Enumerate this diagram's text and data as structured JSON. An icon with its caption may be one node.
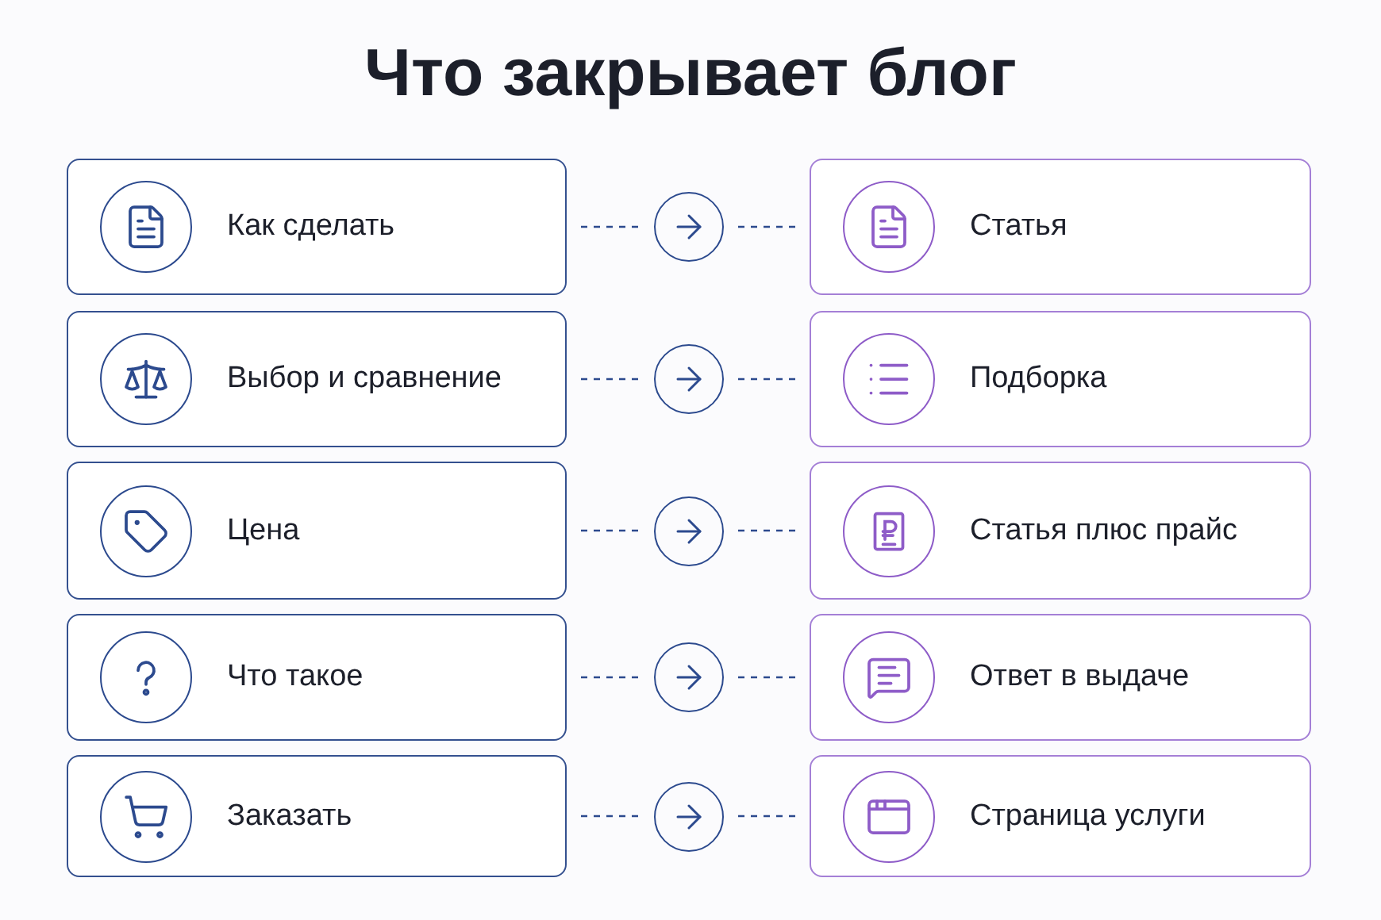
{
  "diagram": {
    "title": "Что закрывает блог",
    "nodes": [
      {
        "text": [
          "Как сделать"
        ]
      },
      {
        "text": [],
        "shape": "circle"
      },
      {
        "text": [
          "Статья"
        ]
      },
      {
        "text": [
          "Выбор и сравнение"
        ]
      },
      {
        "text": [],
        "shape": "circle"
      },
      {
        "text": [
          "Подборка"
        ]
      },
      {
        "text": [
          "Цена"
        ]
      },
      {
        "text": [],
        "shape": "circle"
      },
      {
        "text": [
          "Статья плюс прайс"
        ]
      },
      {
        "text": [
          "Что такое"
        ]
      },
      {
        "text": [],
        "shape": "circle"
      },
      {
        "text": [
          "Ответ в выдаче"
        ]
      },
      {
        "text": [
          "Заказать"
        ]
      },
      {
        "text": [],
        "shape": "circle"
      },
      {
        "text": [
          "Страница услуги"
        ]
      }
    ],
    "edges": [
      {
        "from": 0,
        "to": 1,
        "arrow": "none",
        "style": "dashed"
      },
      {
        "from": 1,
        "to": 2,
        "arrow": "none",
        "style": "dashed"
      },
      {
        "from": 3,
        "to": 4,
        "arrow": "none",
        "style": "dashed"
      },
      {
        "from": 4,
        "to": 5,
        "arrow": "none",
        "style": "dashed"
      },
      {
        "from": 6,
        "to": 7,
        "arrow": "none",
        "style": "dashed"
      },
      {
        "from": 7,
        "to": 8,
        "arrow": "none",
        "style": "dashed"
      },
      {
        "from": 9,
        "to": 10,
        "arrow": "none",
        "style": "dashed"
      },
      {
        "from": 10,
        "to": 11,
        "arrow": "none",
        "style": "dashed"
      },
      {
        "from": 12,
        "to": 13,
        "arrow": "none",
        "style": "dashed"
      },
      {
        "from": 13,
        "to": 14,
        "arrow": "none",
        "style": "dashed"
      }
    ]
  }
}
